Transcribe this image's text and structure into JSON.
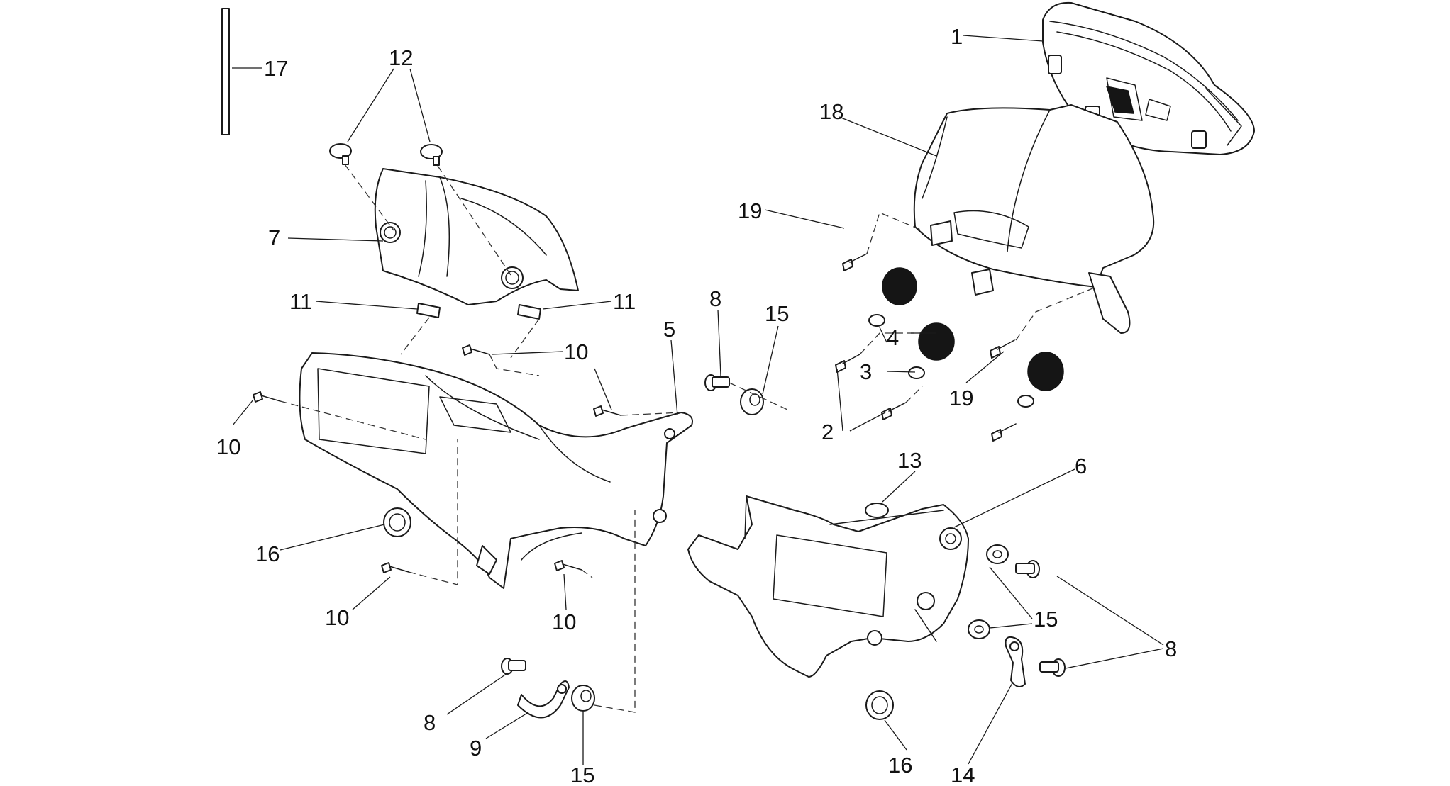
{
  "callouts": [
    {
      "id": "c1",
      "label": "1"
    },
    {
      "id": "c17",
      "label": "17"
    },
    {
      "id": "c12",
      "label": "12"
    },
    {
      "id": "c18",
      "label": "18"
    },
    {
      "id": "c19a",
      "label": "19"
    },
    {
      "id": "c7",
      "label": "7"
    },
    {
      "id": "c11a",
      "label": "11"
    },
    {
      "id": "c11b",
      "label": "11"
    },
    {
      "id": "c8a",
      "label": "8"
    },
    {
      "id": "c15a",
      "label": "15"
    },
    {
      "id": "c5",
      "label": "5"
    },
    {
      "id": "c10a",
      "label": "10"
    },
    {
      "id": "c10b",
      "label": "10"
    },
    {
      "id": "c4",
      "label": "4"
    },
    {
      "id": "c3",
      "label": "3"
    },
    {
      "id": "c19b",
      "label": "19"
    },
    {
      "id": "c2",
      "label": "2"
    },
    {
      "id": "c13",
      "label": "13"
    },
    {
      "id": "c6",
      "label": "6"
    },
    {
      "id": "c16a",
      "label": "16"
    },
    {
      "id": "c10c",
      "label": "10"
    },
    {
      "id": "c10d",
      "label": "10"
    },
    {
      "id": "c15b",
      "label": "15"
    },
    {
      "id": "c8b",
      "label": "8"
    },
    {
      "id": "c8c",
      "label": "8"
    },
    {
      "id": "c9",
      "label": "9"
    },
    {
      "id": "c15c",
      "label": "15"
    },
    {
      "id": "c16b",
      "label": "16"
    },
    {
      "id": "c14",
      "label": "14"
    }
  ]
}
